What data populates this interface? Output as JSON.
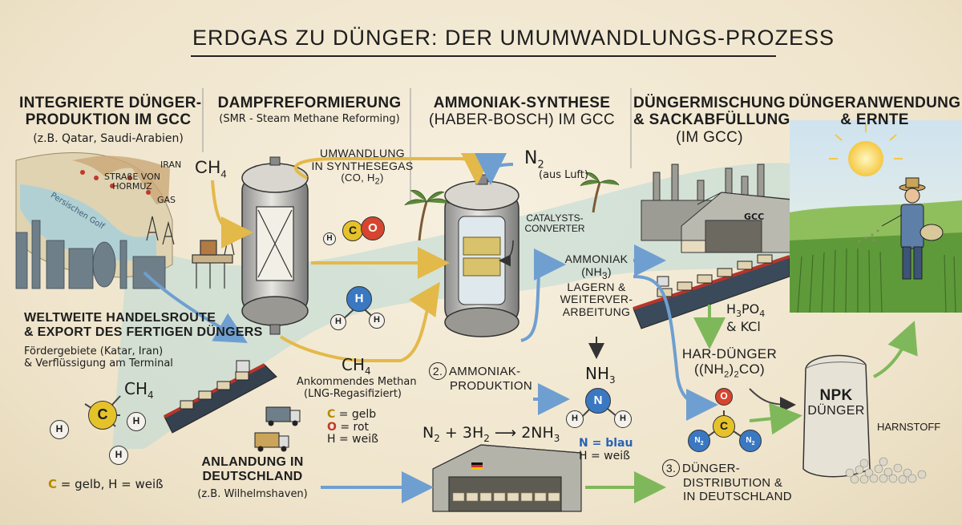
{
  "title": "ERDGAS ZU DÜNGER: DER UMUMWANDLUNGS-PROZESS",
  "gcc": {
    "head1": "INTEGRIERTE DÜNGER-",
    "head2": "PRODUKTION IM GCC",
    "examples": "(z.B. Qatar, Saudi-Arabien)",
    "map_iran": "IRAN",
    "map_strait1": "STRAßE VON",
    "map_strait2": "HORMUZ",
    "map_gulf": "Persischen Golf",
    "map_gas": "GAS"
  },
  "smr": {
    "head": "DAMPFREFORMIERUNG",
    "sub": "(SMR - Steam Methane Reforming)",
    "ch4_in": "CH",
    "ch4_sub": "4",
    "umw1": "UMWANDLUNG",
    "umw2": "IN SYNTHESEGAS",
    "umw3_a": "(CO, H",
    "umw3_sub": "2",
    "umw3_b": ")"
  },
  "ammonia": {
    "head1": "AMMONIAK-SYNTHESE",
    "head2": "(HABER-BOSCH) IM GCC",
    "n2": "N",
    "n2_sub": "2",
    "n2_note": "(aus Luft)",
    "catalyst1": "CATALYSTS-",
    "catalyst2": "CONVERTER",
    "product_a": "AMMONIAK",
    "product_b1": "(NH",
    "product_b_sub": "3",
    "product_b2": ")",
    "storage1": "LAGERN &",
    "storage2": "WEITERVER-",
    "storage3": "ARBEITUNG",
    "step_num": "2.",
    "step1": "AMMONIAK-",
    "step2": "PRODUKTION",
    "nh3_label": "NH",
    "nh3_sub": "3",
    "legend_n": "N = blau",
    "legend_h": "H = weiß"
  },
  "mixing": {
    "head1": "DÜNGERMISCHUNG",
    "head2": "& SACKABFÜLLUNG",
    "head3": "(IM GCC)",
    "warehouse_sign": "GCC",
    "additives_1a": "H",
    "additives_1_sub3": "3",
    "additives_1b": "PO",
    "additives_1_sub4": "4",
    "additives_2": "& KCl",
    "urea_head": "HAR-DÜNGER",
    "urea_formula_a": "((NH",
    "urea_formula_sub2": "2",
    "urea_formula_b": ")",
    "urea_formula_sub2b": "2",
    "urea_formula_c": "CO)"
  },
  "application": {
    "head1": "DÜNGERANWENDUNG",
    "head2": "& ERNTE",
    "bag1": "NPK",
    "bag2": "DÜNGER",
    "harnstoff": "HARNSTOFF"
  },
  "trade": {
    "head1": "WELTWEITE HANDELSROUTE",
    "head2": "& EXPORT DES FERTIGEN DÜNGERS",
    "sub1": "Fördergebiete (Katar, Iran)",
    "sub2": "& Verflüssigung am Terminal",
    "ch4_label": "CH",
    "ch4_sub": "4",
    "legend": "= gelb,   H = weiß",
    "legend_c": "C"
  },
  "methane": {
    "label": "CH",
    "label_sub": "4",
    "desc1": "Ankommendes Methan",
    "desc2": "(LNG-Regasifiziert)",
    "legend_c": "C",
    "legend_c_rest": " = gelb",
    "legend_o": "O",
    "legend_o_rest": " = rot",
    "legend_h": "H = weiß"
  },
  "germany": {
    "head1": "ANLANDUNG IN",
    "head2": "DEUTSCHLAND",
    "sub": "(z.B. Wilhelmshaven)",
    "equation_a": "N",
    "equation_sub1": "2",
    "equation_b": " + 3H",
    "equation_sub2": "2",
    "equation_arrow": " ⟶ 2NH",
    "equation_sub3": "3"
  },
  "distribution": {
    "step_num": "3.",
    "line1": "DÜNGER-",
    "line2": "DISTRIBUTION &",
    "line3": "IN DEUTSCHLAND"
  },
  "atoms": {
    "c": "C",
    "h": "H",
    "o": "O",
    "n": "N",
    "n2": "N",
    "n2_sub": "2"
  },
  "colors": {
    "carbon": "#e6c22a",
    "oxygen": "#d6452f",
    "nitrogen": "#3a78c2",
    "hydrogen": "#f4f1ea",
    "arrow_yellow": "#e3b94a",
    "arrow_blue": "#6f9fd0",
    "arrow_green": "#7fb85a"
  }
}
